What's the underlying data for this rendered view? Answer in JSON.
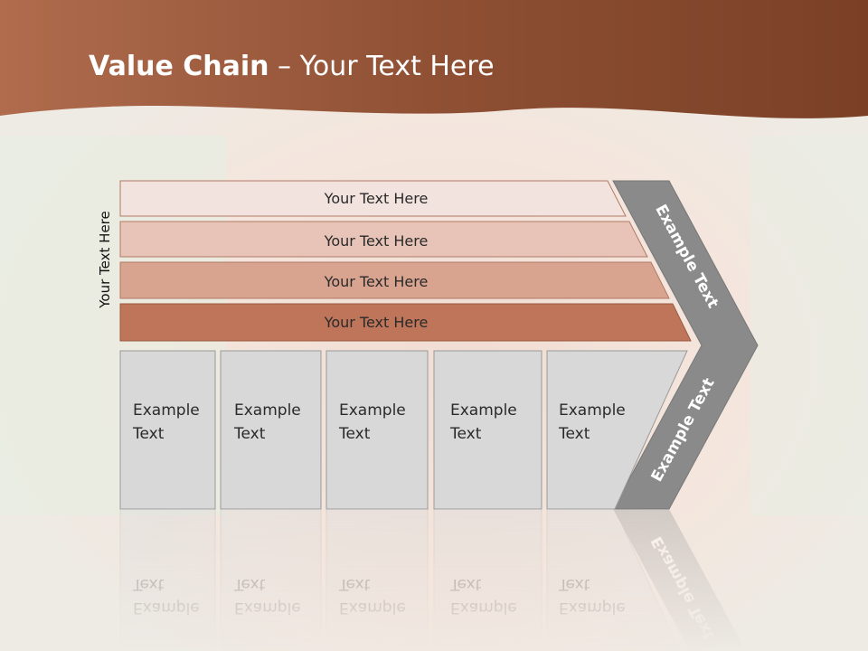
{
  "slide": {
    "title_bold": "Value Chain",
    "title_rest": " – Your Text Here",
    "side_label": "Your Text Here"
  },
  "bars": [
    {
      "label": "Your Text Here",
      "color": "#f3e3de"
    },
    {
      "label": "Your Text Here",
      "color": "#e7c4b7"
    },
    {
      "label": "Your Text Here",
      "color": "#d9a48f"
    },
    {
      "label": "Your Text Here",
      "color": "#bf755a"
    }
  ],
  "boxes": [
    {
      "line1": "Example",
      "line2": "Text"
    },
    {
      "line1": "Example",
      "line2": "Text"
    },
    {
      "line1": "Example",
      "line2": "Text"
    },
    {
      "line1": "Example",
      "line2": "Text"
    },
    {
      "line1": "Example",
      "line2": "Text"
    }
  ],
  "chevron": {
    "upper_label": "Example Text",
    "lower_label": "Example Text",
    "color": "#8a8a8a"
  },
  "colors": {
    "header": "#9a5a3e",
    "box_fill": "#d8d8d8",
    "box_stroke": "#9a9a9a"
  }
}
